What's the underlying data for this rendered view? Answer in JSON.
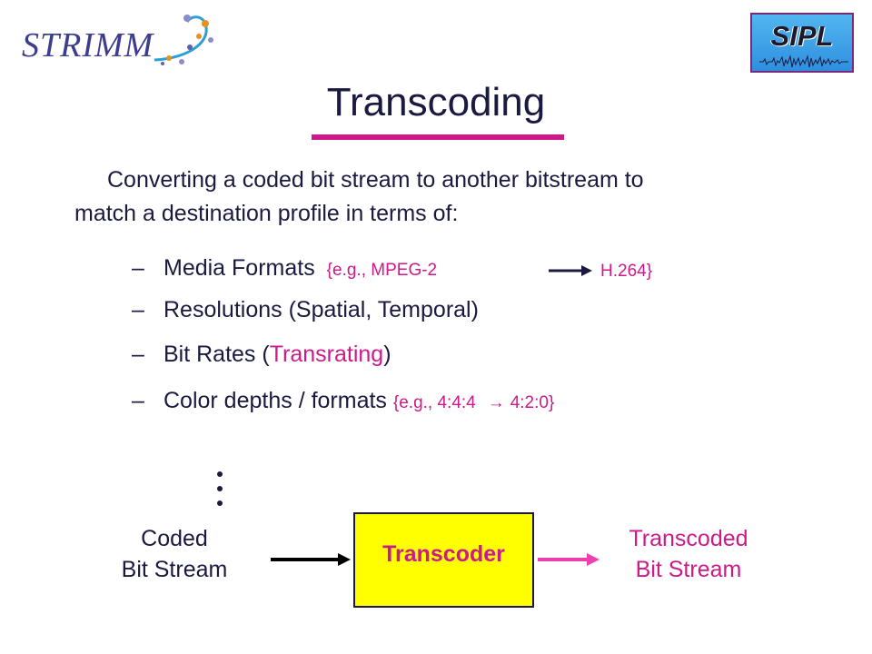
{
  "logo": {
    "text": "STRIMM"
  },
  "badge": {
    "text": "SIPL"
  },
  "slide": {
    "title": "Transcoding",
    "intro_line1": "Converting a coded bit stream to another bitstream to",
    "intro_line2": "match a destination profile in terms of:",
    "bullets": {
      "media": {
        "dash": "–",
        "label": "Media Formats",
        "example_start": "{e.g., MPEG-2",
        "example_end": "H.264}"
      },
      "resolutions": {
        "dash": "–",
        "label": "Resolutions (Spatial, Temporal)"
      },
      "bitrates": {
        "dash": "–",
        "label_start": "Bit Rates (",
        "label_highlight": "Transrating",
        "label_end": ")"
      },
      "color": {
        "dash": "–",
        "label": "Color depths / formats",
        "example_start": "{e.g., 4:4:4",
        "example_arrow": "→",
        "example_end": "4:2:0}"
      }
    }
  },
  "diagram": {
    "input_line1": "Coded",
    "input_line2": "Bit Stream",
    "box_label": "Transcoder",
    "output_line1": "Transcoded",
    "output_line2": "Bit Stream"
  },
  "colors": {
    "text": "#1a1a40",
    "accent": "#cc1a8a",
    "box_fill": "#ffff00",
    "badge_fill": "#3a9ee6"
  }
}
